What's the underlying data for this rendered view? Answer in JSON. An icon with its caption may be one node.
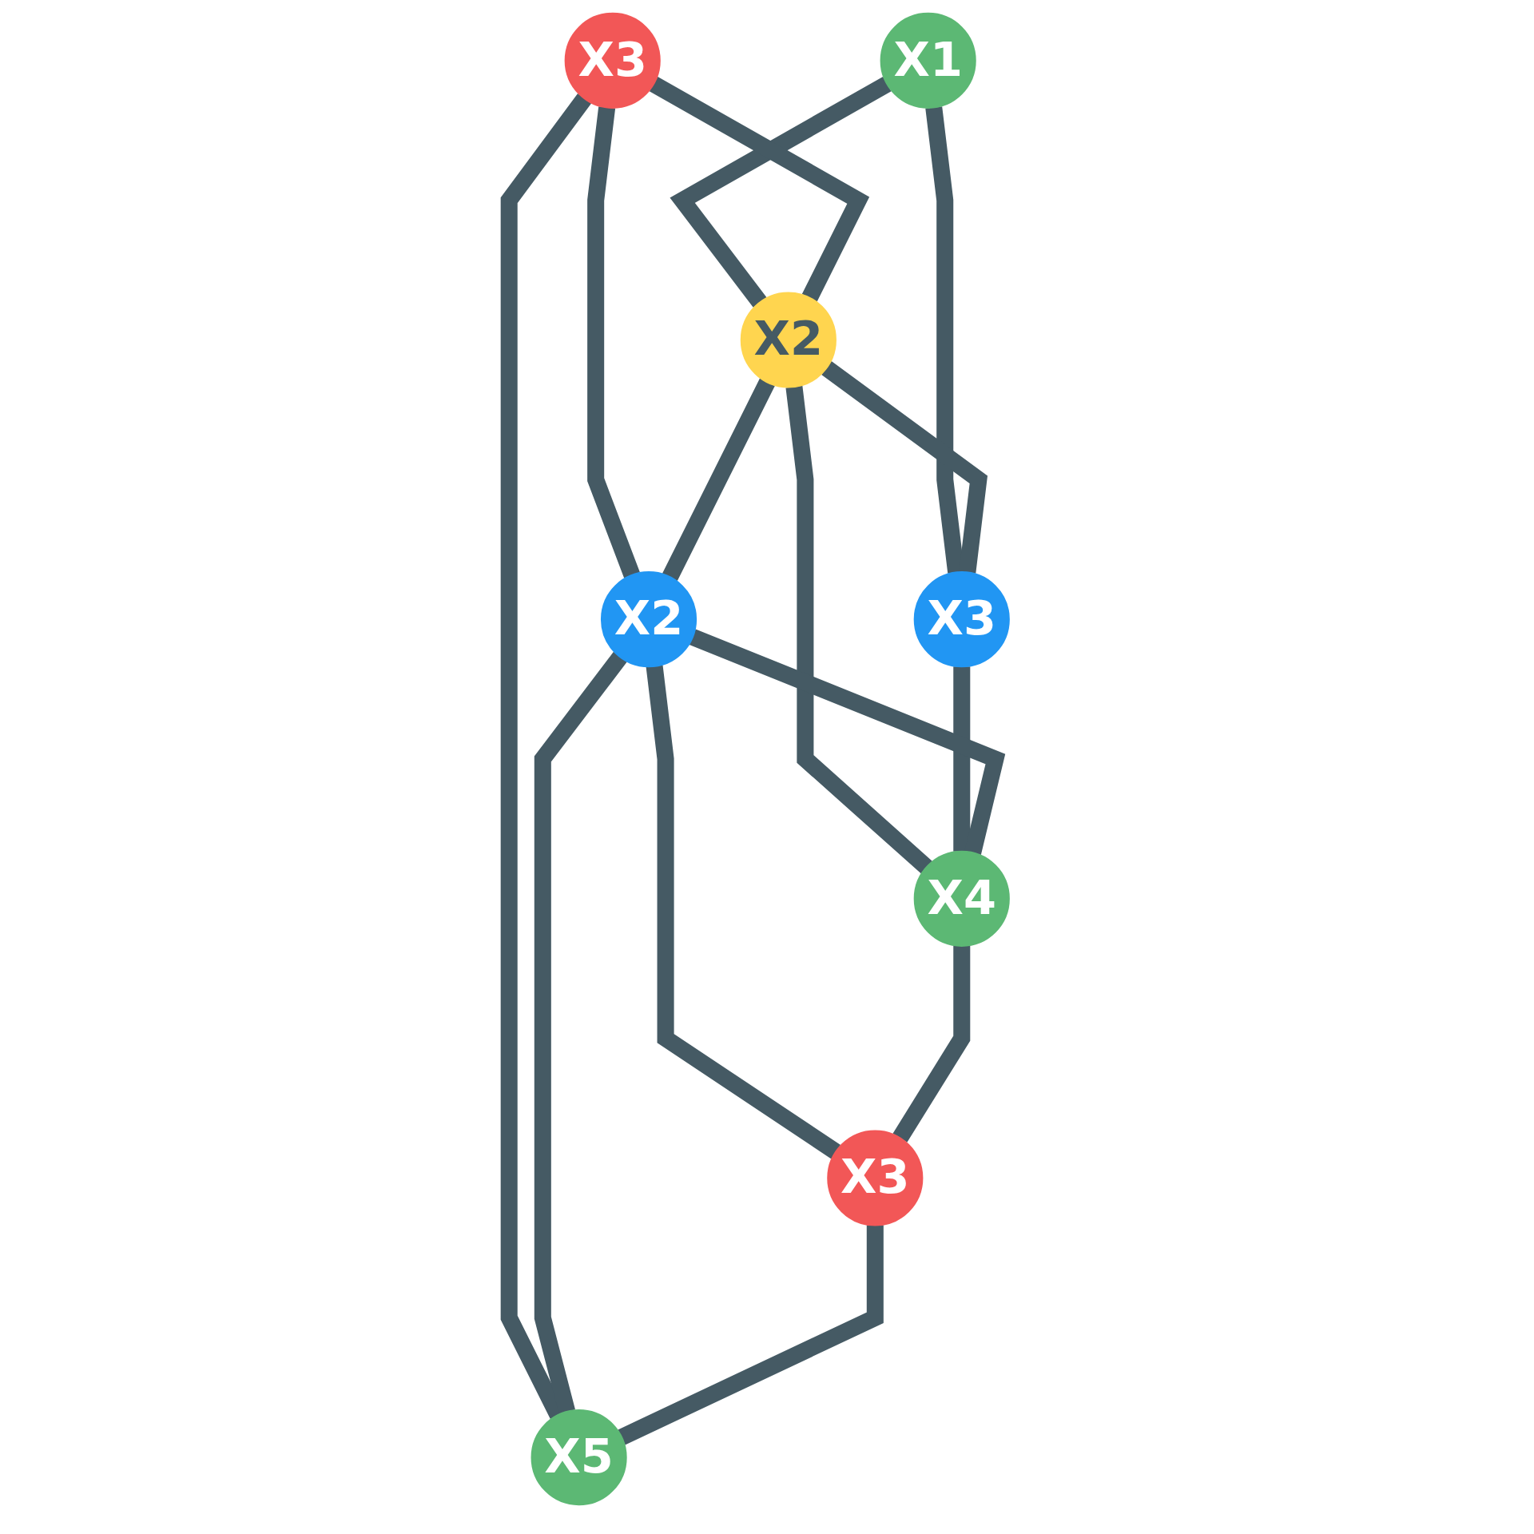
{
  "diagram": {
    "nodes": [
      {
        "text": [
          "X1"
        ]
      },
      {
        "text": [
          "X3"
        ]
      },
      {
        "text": [
          "X2"
        ]
      },
      {
        "text": [
          "X3"
        ]
      },
      {
        "text": [
          "X2"
        ]
      },
      {
        "text": [
          "X4"
        ]
      },
      {
        "text": [
          "X3"
        ]
      },
      {
        "text": [
          "X5"
        ]
      }
    ],
    "edges": [
      {
        "from": 0,
        "to": 2,
        "arrow": "none"
      },
      {
        "from": 0,
        "to": 3,
        "arrow": "none"
      },
      {
        "from": 1,
        "to": 2,
        "arrow": "none"
      },
      {
        "from": 2,
        "to": 3,
        "arrow": "none"
      },
      {
        "from": 1,
        "to": 4,
        "arrow": "none"
      },
      {
        "from": 1,
        "to": 7,
        "arrow": "none"
      },
      {
        "from": 2,
        "to": 4,
        "arrow": "none"
      },
      {
        "from": 2,
        "to": 5,
        "arrow": "none"
      },
      {
        "from": 3,
        "to": 5,
        "arrow": "none"
      },
      {
        "from": 4,
        "to": 5,
        "arrow": "none"
      },
      {
        "from": 4,
        "to": 6,
        "arrow": "none"
      },
      {
        "from": 5,
        "to": 6,
        "arrow": "none"
      },
      {
        "from": 4,
        "to": 7,
        "arrow": "none"
      },
      {
        "from": 6,
        "to": 7,
        "arrow": "none"
      }
    ]
  }
}
